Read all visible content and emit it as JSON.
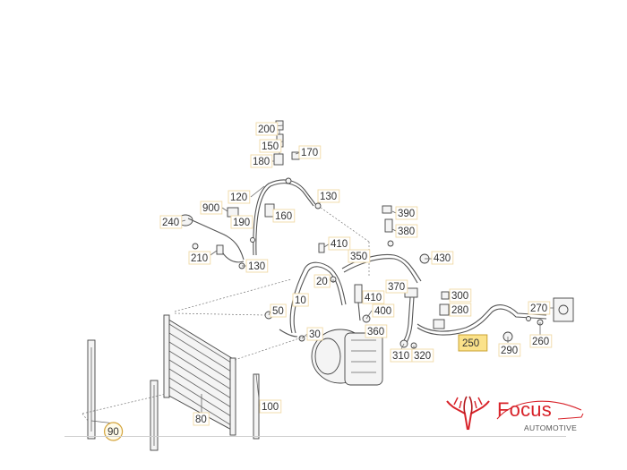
{
  "brand": {
    "name": "Focus",
    "subtitle": "AUTOMOTIVE",
    "color": "#d8232a"
  },
  "highlight_color": "#fbe28a",
  "parts": [
    {
      "id": "200",
      "label": "200",
      "highlighted": false
    },
    {
      "id": "150",
      "label": "150",
      "highlighted": false
    },
    {
      "id": "170",
      "label": "170",
      "highlighted": false
    },
    {
      "id": "180",
      "label": "180",
      "highlighted": false
    },
    {
      "id": "120",
      "label": "120",
      "highlighted": false
    },
    {
      "id": "130a",
      "label": "130",
      "highlighted": false
    },
    {
      "id": "900",
      "label": "900",
      "highlighted": false
    },
    {
      "id": "160",
      "label": "160",
      "highlighted": false
    },
    {
      "id": "240",
      "label": "240",
      "highlighted": false
    },
    {
      "id": "190",
      "label": "190",
      "highlighted": false
    },
    {
      "id": "390",
      "label": "390",
      "highlighted": false
    },
    {
      "id": "380",
      "label": "380",
      "highlighted": false
    },
    {
      "id": "410a",
      "label": "410",
      "highlighted": false
    },
    {
      "id": "210",
      "label": "210",
      "highlighted": false
    },
    {
      "id": "130b",
      "label": "130",
      "highlighted": false
    },
    {
      "id": "350",
      "label": "350",
      "highlighted": false
    },
    {
      "id": "430",
      "label": "430",
      "highlighted": false
    },
    {
      "id": "20",
      "label": "20",
      "highlighted": false
    },
    {
      "id": "370",
      "label": "370",
      "highlighted": false
    },
    {
      "id": "10",
      "label": "10",
      "highlighted": false
    },
    {
      "id": "410b",
      "label": "410",
      "highlighted": false
    },
    {
      "id": "300",
      "label": "300",
      "highlighted": false
    },
    {
      "id": "50",
      "label": "50",
      "highlighted": false
    },
    {
      "id": "400",
      "label": "400",
      "highlighted": false
    },
    {
      "id": "280",
      "label": "280",
      "highlighted": false
    },
    {
      "id": "270",
      "label": "270",
      "highlighted": false
    },
    {
      "id": "360",
      "label": "360",
      "highlighted": false
    },
    {
      "id": "30",
      "label": "30",
      "highlighted": false
    },
    {
      "id": "250",
      "label": "250",
      "highlighted": true
    },
    {
      "id": "260",
      "label": "260",
      "highlighted": false
    },
    {
      "id": "290",
      "label": "290",
      "highlighted": false
    },
    {
      "id": "310",
      "label": "310",
      "highlighted": false
    },
    {
      "id": "320",
      "label": "320",
      "highlighted": false
    },
    {
      "id": "100",
      "label": "100",
      "highlighted": false
    },
    {
      "id": "80",
      "label": "80",
      "highlighted": false
    },
    {
      "id": "90",
      "label": "90",
      "highlighted": false,
      "circled": true
    }
  ]
}
